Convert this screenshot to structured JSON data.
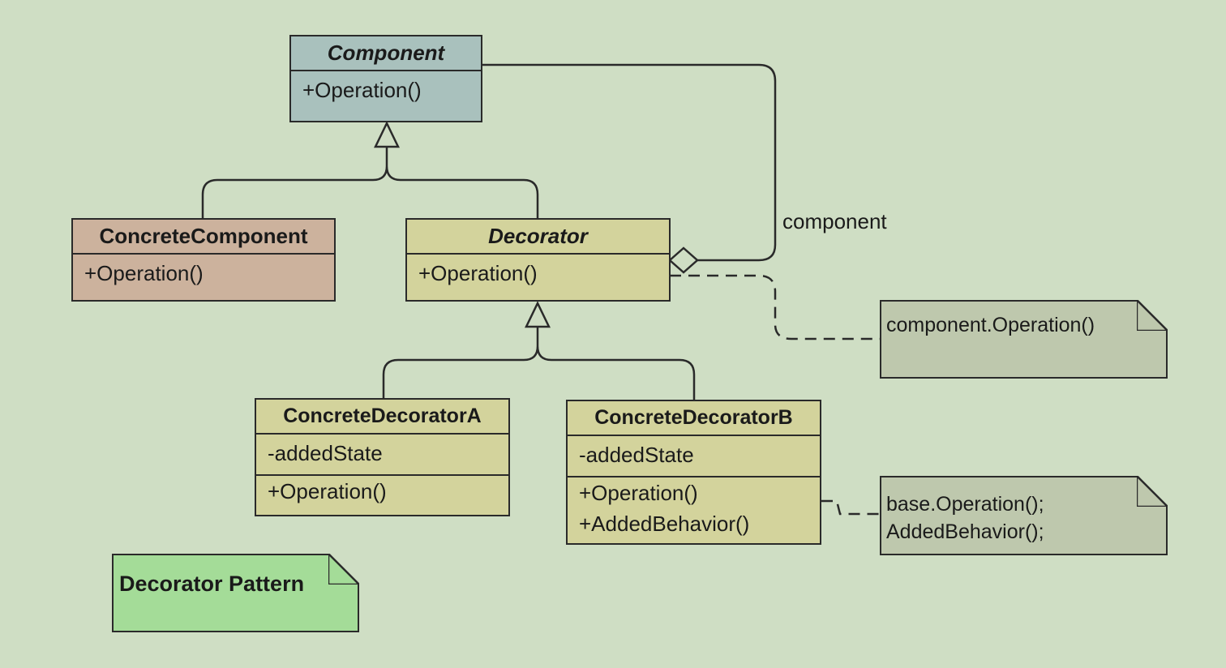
{
  "classes": {
    "component": {
      "name": "Component",
      "operations": [
        "+Operation()"
      ]
    },
    "concrete_component": {
      "name": "ConcreteComponent",
      "operations": [
        "+Operation()"
      ]
    },
    "decorator": {
      "name": "Decorator",
      "operations": [
        "+Operation()"
      ]
    },
    "concrete_decorator_a": {
      "name": "ConcreteDecoratorA",
      "attributes": [
        "-addedState"
      ],
      "operations": [
        "+Operation()"
      ]
    },
    "concrete_decorator_b": {
      "name": "ConcreteDecoratorB",
      "attributes": [
        "-addedState"
      ],
      "operations": [
        "+Operation()",
        "+AddedBehavior()"
      ]
    }
  },
  "association_label": "component",
  "notes": {
    "decorator_op": "component.Operation()",
    "decorator_b_op": "base.Operation();\nAddedBehavior();",
    "title": "Decorator Pattern"
  },
  "colors": {
    "background": "#cfdec4",
    "component": "#a9c1bd",
    "concrete_component": "#ccb29d",
    "decorator": "#d3d39c",
    "note": "#bec8ad",
    "title_note": "#a4dc98"
  }
}
